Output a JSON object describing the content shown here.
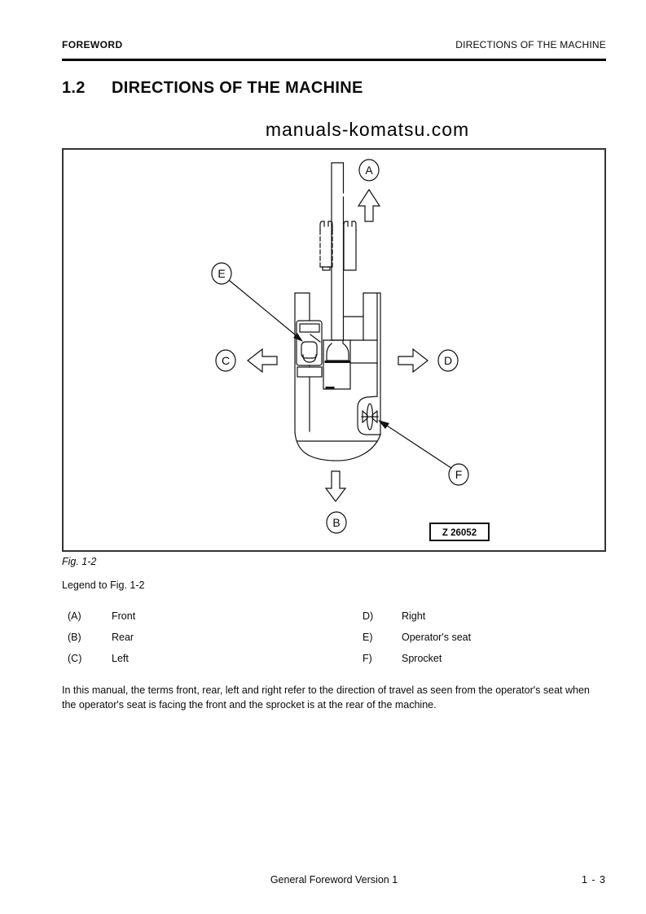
{
  "header": {
    "left": "FOREWORD",
    "right": "DIRECTIONS OF THE MACHINE"
  },
  "title": {
    "number": "1.2",
    "text": "DIRECTIONS OF THE MACHINE"
  },
  "watermark": "manuals-komatsu.com",
  "figure": {
    "caption": "Fig. 1-2",
    "legend_title": "Legend to Fig. 1-2",
    "drawing_ref": "Z 26052",
    "labels": [
      "A",
      "B",
      "C",
      "D",
      "E",
      "F"
    ]
  },
  "legend": {
    "left": [
      {
        "key": "(A)",
        "label": "Front"
      },
      {
        "key": "(B)",
        "label": "Rear"
      },
      {
        "key": "(C)",
        "label": "Left"
      }
    ],
    "right": [
      {
        "key": "D)",
        "label": "Right"
      },
      {
        "key": "E)",
        "label": "Operator's seat"
      },
      {
        "key": "F)",
        "label": "Sprocket"
      }
    ]
  },
  "body_text": "In this manual, the terms front, rear, left and right refer to the direction of travel as seen from the operator's seat when the operator's seat is facing the front and the sprocket is at the rear of the machine.",
  "footer": {
    "center": "General Foreword Version 1",
    "page_number": "1 - 3"
  }
}
